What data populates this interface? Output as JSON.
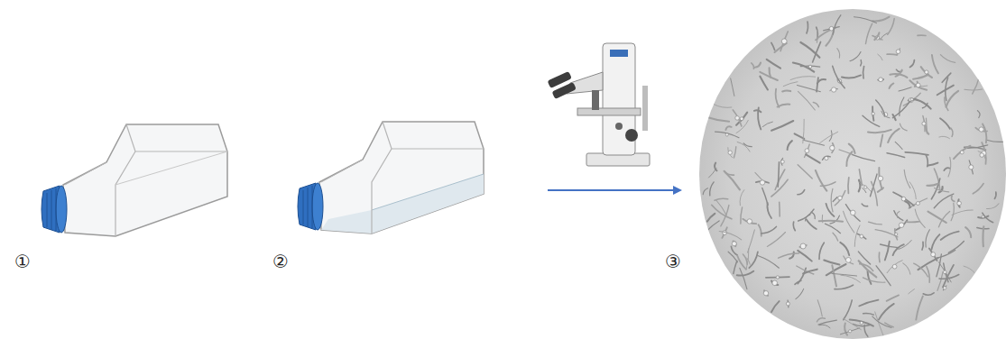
{
  "diagram": {
    "labels": [
      "①",
      "②",
      "③"
    ]
  }
}
